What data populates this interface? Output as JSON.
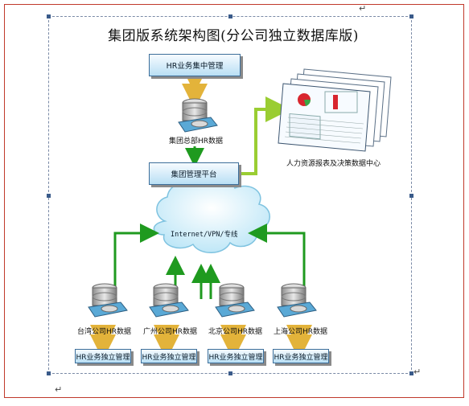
{
  "title": "集团版系统架构图(分公司独立数据库版)",
  "top": {
    "hq_box": "HR业务集中管理",
    "hq_db": "集团总部HR数据",
    "platform_box": "集团管理平台",
    "report_caption": "人力资源报表及决策数据中心"
  },
  "network": {
    "label": "Internet/VPN/专线"
  },
  "branches": [
    {
      "db": "台湾公司HR数据",
      "box": "HR业务独立管理"
    },
    {
      "db": "广州公司HR数据",
      "box": "HR业务独立管理"
    },
    {
      "db": "北京公司HR数据",
      "box": "HR业务独立管理"
    },
    {
      "db": "上海公司HR数据",
      "box": "HR业务独立管理"
    }
  ],
  "colors": {
    "arrow_green": "#1f9a1f",
    "arrow_gold": "#e3b33a",
    "report_arrow": "#9acd32",
    "box_border": "#3c6e9a"
  },
  "icons": [
    "database-server-icon",
    "cloud-icon",
    "report-documents-icon"
  ]
}
